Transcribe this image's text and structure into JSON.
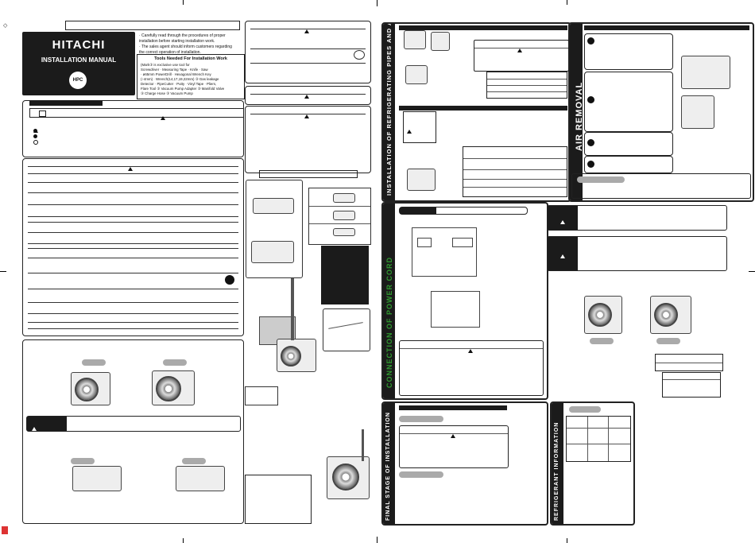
{
  "brand": "HITACHI",
  "doc_title": "INSTALLATION MANUAL",
  "logo_text": "HPC",
  "intro": {
    "line1": "· Carefully read through the procedures of proper",
    "line2": "  installation before starting installation work.",
    "line3": "· The sales agent should inform customers regarding",
    "line4": "  the correct operation of installation."
  },
  "tools": {
    "title": "Tools Needed For Installation Work",
    "line1": "(Mark③ is exclusive use tool for",
    "line2": "Screwdriver  · Measuring Tape  · Knife · Saw",
    "line3": "· ø65mm PowerDrill  · Hexagonal Wrench Key",
    "line4": "(÷4mm) · Wrench(14,17,19,22mm) ③ Gas leakage",
    "line5": "Detector · PipeCutter · Putty · Vinyl Tape · Pliers,",
    "line6": "Flare Tool ③ Vacuum Pump Adapter ③ Manifold Valve",
    "line7": "③ Charge Hose  ③ Vacuum Pump"
  },
  "section_titles": {
    "install_pipes": "INSTALLATION OF REFRIGERATING PIPES AND AIR REMOVAL",
    "air_removal": "AIR REMOVAL",
    "power_cord": "CONNECTION OF POWER CORD",
    "final_stage": "FINAL STAGE OF INSTALLATION",
    "refrigerant": "REFRIGERANT INFORMATION"
  },
  "colors": {
    "power_cord_green": "#2f9a2f",
    "dark": "#1b1b1b",
    "red_mark": "#d33"
  }
}
